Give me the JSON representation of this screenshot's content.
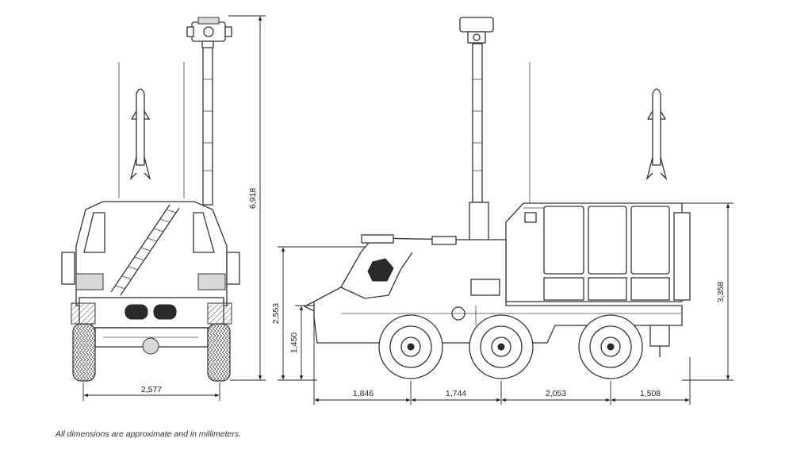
{
  "dimensions": {
    "front_width": "2,577",
    "total_height": "6,918",
    "side_height_hull": "2,553",
    "side_height_lower": "1,450",
    "side_height_cabin": "3,358",
    "seg1": "1,846",
    "seg2": "1,744",
    "seg3": "2,053",
    "seg4": "1,508"
  },
  "note": "All dimensions are approximate and in millimeters."
}
